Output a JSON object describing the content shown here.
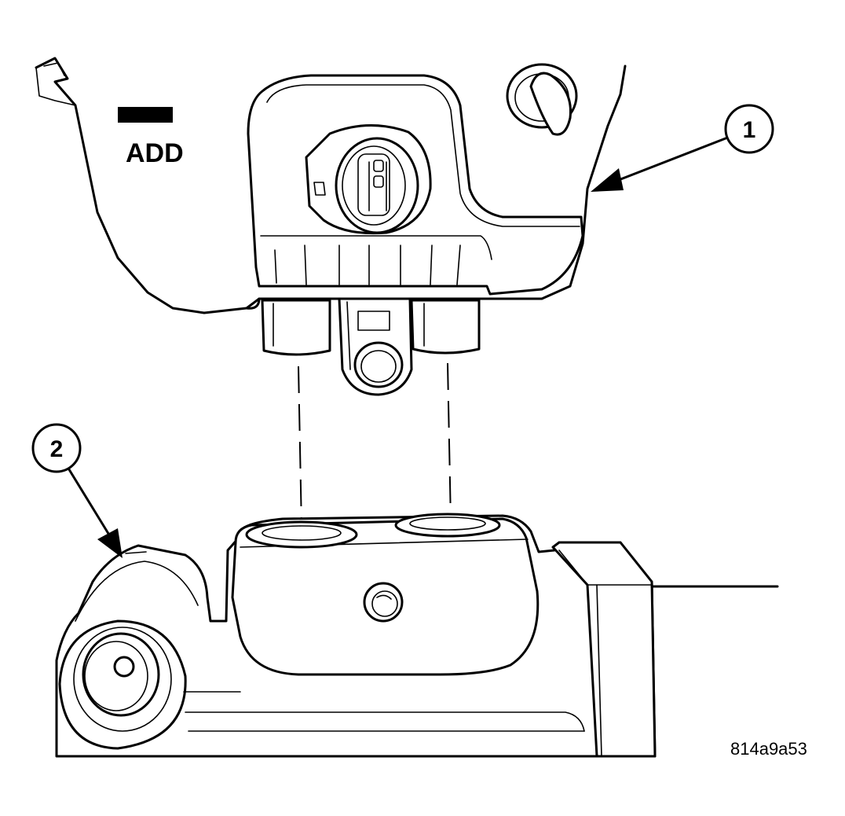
{
  "reservoir": {
    "fill_mark_label": "ADD"
  },
  "callouts": [
    {
      "number": "1"
    },
    {
      "number": "2"
    }
  ],
  "figure_id": "814a9a53",
  "colors": {
    "line": "#000000",
    "background": "#ffffff"
  }
}
